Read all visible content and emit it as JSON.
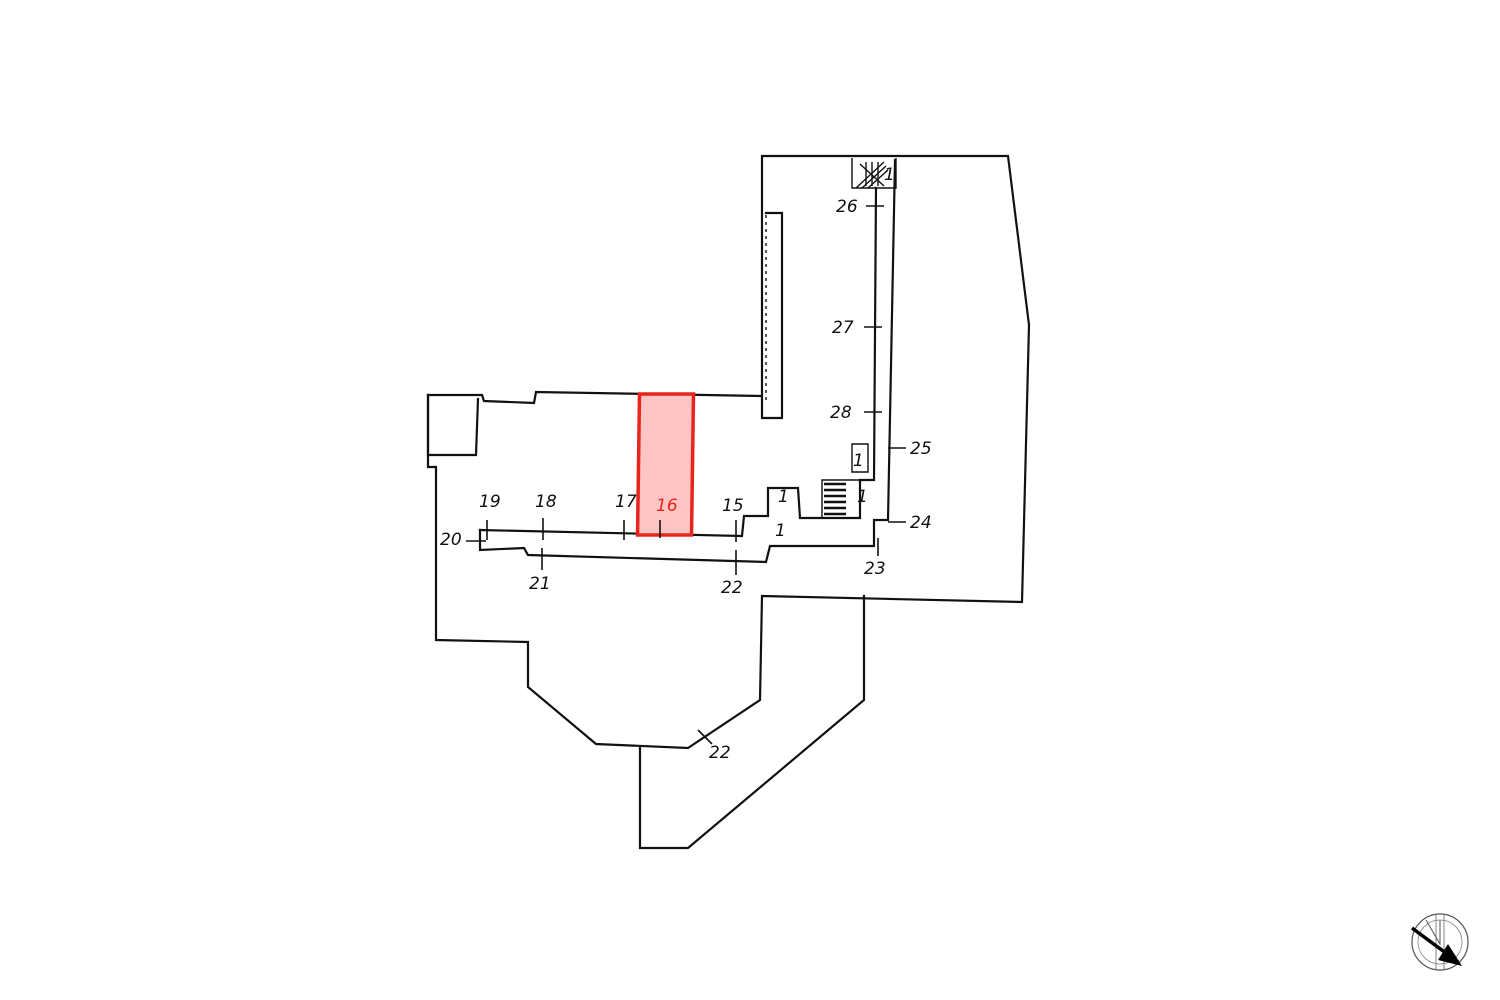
{
  "floor_plan": {
    "section_labels": {
      "s15": "15",
      "s16": "16",
      "s17": "17",
      "s18": "18",
      "s19": "19",
      "s20": "20",
      "s21": "21",
      "s22_corridor": "22",
      "s22_south": "22",
      "s23": "23",
      "s24": "24",
      "s25": "25",
      "s26": "26",
      "s27": "27",
      "s28": "28"
    },
    "room_labels": {
      "room_a": "1",
      "room_b": "1",
      "room_c": "1",
      "room_d": "1",
      "room_e": "1"
    },
    "highlighted_section": "16",
    "colors": {
      "highlight_fill": "#ffc4c4",
      "highlight_stroke": "#e8251c",
      "line": "#111111"
    }
  },
  "compass": {
    "icon": "north-arrow-icon"
  }
}
